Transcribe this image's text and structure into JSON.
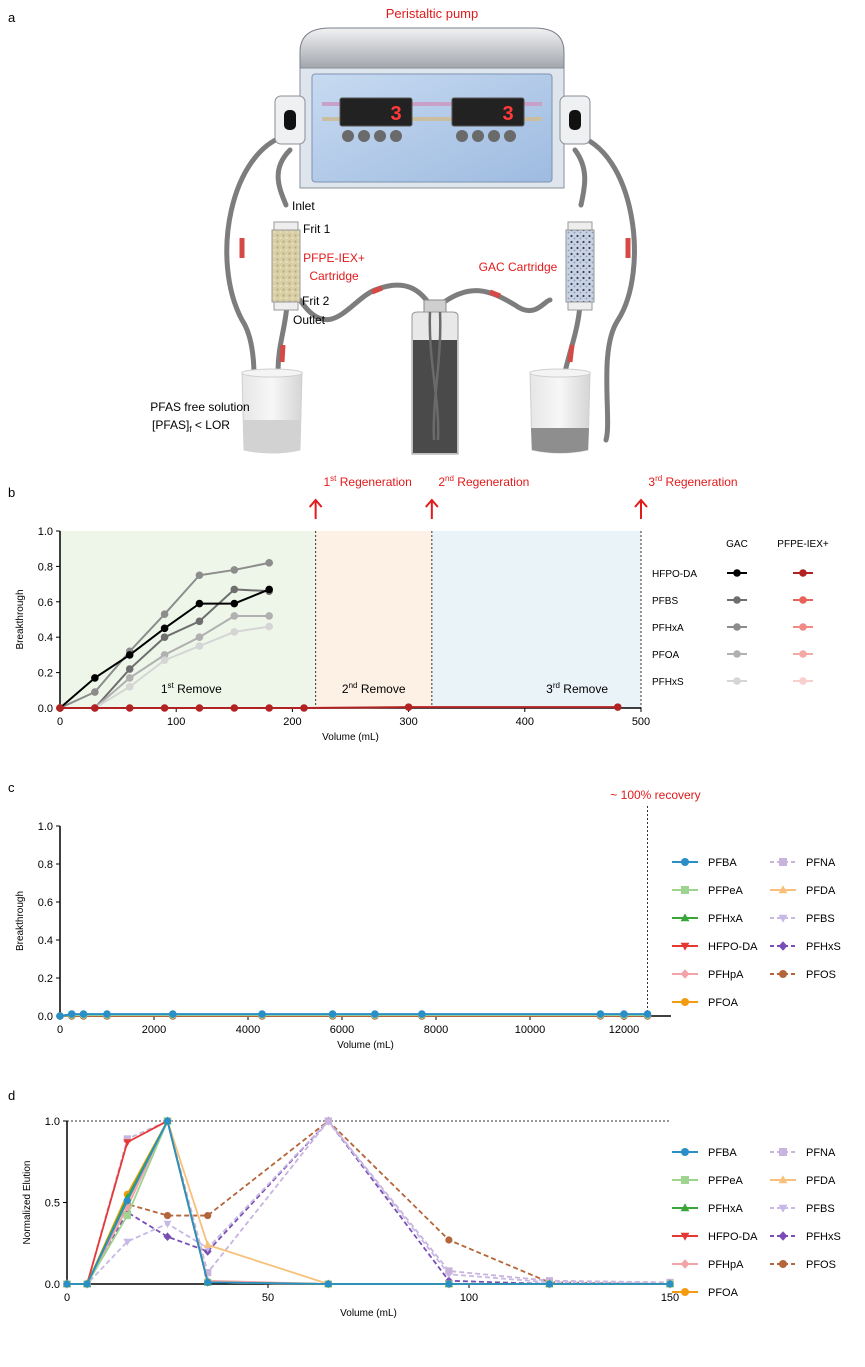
{
  "panels": {
    "a": {
      "letter": "a",
      "title": "Peristaltic pump",
      "display_digits": [
        "3",
        "3"
      ],
      "labels": {
        "inlet": "Inlet",
        "frit1": "Frit 1",
        "cart_line1": "PFPE-IEX+",
        "cart_line2": "Cartridge",
        "frit2": "Frit 2",
        "outlet": "Outlet",
        "gac": "GAC Cartridge",
        "free1": "PFAS free solution",
        "free2": "[PFAS]",
        "free2_sub": "f",
        "free2_tail": " < LOR"
      }
    },
    "b": {
      "letter": "b",
      "regen": [
        {
          "sup": "st",
          "pre": "1",
          "post": " Regeneration",
          "x": 220
        },
        {
          "sup": "nd",
          "pre": "2",
          "post": " Regeneration",
          "x": 320
        },
        {
          "sup": "rd",
          "pre": "3",
          "post": " Regeneration",
          "x": 500
        }
      ],
      "removes": [
        {
          "pre": "1",
          "sup": "st",
          "post": " Remove"
        },
        {
          "pre": "2",
          "sup": "nd",
          "post": " Remove"
        },
        {
          "pre": "3",
          "sup": "rd",
          "post": " Remove"
        }
      ],
      "legend_head": [
        "GAC",
        "PFPE-IEX+"
      ],
      "legend_rows": [
        {
          "name": "HFPO-DA",
          "gac": "#000000",
          "pfpe": "#b22222"
        },
        {
          "name": "PFBS",
          "gac": "#6e6e6e",
          "pfpe": "#e8625a"
        },
        {
          "name": "PFHxA",
          "gac": "#8c8c8c",
          "pfpe": "#ef8a86"
        },
        {
          "name": "PFOA",
          "gac": "#b0b0b0",
          "pfpe": "#f3a9a6"
        },
        {
          "name": "PFHxS",
          "gac": "#d5d5d5",
          "pfpe": "#f8cfcd"
        }
      ]
    },
    "c": {
      "letter": "c",
      "annotation": "~ 100% recovery",
      "legend": [
        {
          "name": "PFBA",
          "color": "#2a8fc6",
          "marker": "circle",
          "dash": false
        },
        {
          "name": "PFPeA",
          "color": "#9fd490",
          "marker": "square",
          "dash": false
        },
        {
          "name": "PFHxA",
          "color": "#3aa63a",
          "marker": "triangle",
          "dash": false
        },
        {
          "name": "HFPO-DA",
          "color": "#e53935",
          "marker": "tridown",
          "dash": false
        },
        {
          "name": "PFHpA",
          "color": "#f4a3a8",
          "marker": "diamond",
          "dash": false
        },
        {
          "name": "PFOA",
          "color": "#f39c12",
          "marker": "circle",
          "dash": false
        },
        {
          "name": "PFNA",
          "color": "#c9b4dd",
          "marker": "square",
          "dash": true
        },
        {
          "name": "PFDA",
          "color": "#f8c07a",
          "marker": "triangle",
          "dash": false
        },
        {
          "name": "PFBS",
          "color": "#c7b8e6",
          "marker": "tridown",
          "dash": true
        },
        {
          "name": "PFHxS",
          "color": "#7a4fb5",
          "marker": "diamond",
          "dash": true
        },
        {
          "name": "PFOS",
          "color": "#b5653a",
          "marker": "circle",
          "dash": true
        }
      ]
    },
    "d": {
      "letter": "d"
    }
  },
  "chart_data": [
    {
      "type": "line",
      "panel": "b",
      "xlabel": "Volume (mL)",
      "ylabel": "Breakthrough",
      "xlim": [
        0,
        500
      ],
      "ylim": [
        0,
        1.0
      ],
      "xticks": [
        0,
        100,
        200,
        300,
        400,
        500
      ],
      "yticks": [
        0.0,
        0.2,
        0.4,
        0.6,
        0.8,
        1.0
      ],
      "series": [
        {
          "name": "PFBS",
          "group": "GAC",
          "color": "#6e6e6e",
          "x": [
            0,
            30,
            60,
            90,
            120,
            150,
            180
          ],
          "y": [
            0,
            0,
            0.22,
            0.4,
            0.49,
            0.67,
            0.66
          ]
        },
        {
          "name": "PFHxA",
          "group": "GAC",
          "color": "#8c8c8c",
          "x": [
            0,
            30,
            60,
            90,
            120,
            150,
            180
          ],
          "y": [
            0,
            0.09,
            0.32,
            0.53,
            0.75,
            0.78,
            0.82
          ]
        },
        {
          "name": "PFOA",
          "group": "GAC",
          "color": "#b0b0b0",
          "x": [
            0,
            30,
            60,
            90,
            120,
            150,
            180
          ],
          "y": [
            0,
            0,
            0.17,
            0.3,
            0.4,
            0.52,
            0.52
          ]
        },
        {
          "name": "PFHxS",
          "group": "GAC",
          "color": "#d5d5d5",
          "x": [
            0,
            30,
            60,
            90,
            120,
            150,
            180
          ],
          "y": [
            0,
            0,
            0.12,
            0.27,
            0.35,
            0.43,
            0.46
          ]
        },
        {
          "name": "HFPO-DA",
          "group": "GAC",
          "color": "#000000",
          "x": [
            0,
            30,
            60,
            90,
            120,
            150,
            180
          ],
          "y": [
            0,
            0.17,
            0.3,
            0.45,
            0.59,
            0.59,
            0.67
          ]
        },
        {
          "name": "HFPO-DA",
          "group": "PFPE-IEX+",
          "color": "#b22222",
          "x": [
            0,
            30,
            60,
            90,
            120,
            150,
            180,
            210,
            300,
            480
          ],
          "y": [
            0,
            0,
            0,
            0,
            0,
            0,
            0,
            0,
            0.005,
            0.005
          ]
        }
      ],
      "regeneration_x": [
        220,
        320,
        500
      ],
      "shaded_regions": [
        [
          0,
          220,
          "#eef6e9"
        ],
        [
          220,
          320,
          "#fdf0e4"
        ],
        [
          320,
          500,
          "#eaf3f8"
        ]
      ]
    },
    {
      "type": "line",
      "panel": "c",
      "xlabel": "Volume (mL)",
      "ylabel": "Breakthrough",
      "xlim": [
        0,
        13000
      ],
      "ylim": [
        0,
        1.0
      ],
      "xticks": [
        0,
        2000,
        4000,
        6000,
        8000,
        10000,
        12000
      ],
      "yticks": [
        0.0,
        0.2,
        0.4,
        0.6,
        0.8,
        1.0
      ],
      "vline_x": 12500,
      "series": [
        {
          "name": "PFOS",
          "color": "#b5653a",
          "x": [
            0,
            250,
            500,
            1000,
            2400,
            4300,
            5800,
            6700,
            7700,
            11500,
            12000,
            12500
          ],
          "y": [
            0,
            0,
            0,
            0,
            0,
            0,
            0,
            0,
            0,
            0,
            0,
            0
          ]
        },
        {
          "name": "PFPeA",
          "color": "#9fd490",
          "x": [
            0,
            250,
            500,
            1000,
            2400,
            4300,
            5800,
            6700,
            7700,
            11500,
            12000,
            12500
          ],
          "y": [
            0,
            0.005,
            0.005,
            0.005,
            0.005,
            0.005,
            0.005,
            0.005,
            0.005,
            0.005,
            0.005,
            0.005
          ]
        },
        {
          "name": "PFBA",
          "color": "#2a8fc6",
          "x": [
            0,
            250,
            500,
            1000,
            2400,
            4300,
            5800,
            6700,
            7700,
            11500,
            12000,
            12500
          ],
          "y": [
            0,
            0.01,
            0.01,
            0.01,
            0.01,
            0.01,
            0.01,
            0.01,
            0.01,
            0.01,
            0.01,
            0.01
          ]
        }
      ]
    },
    {
      "type": "line",
      "panel": "d",
      "xlabel": "Volume (mL)",
      "ylabel": "Normalized Elution",
      "xlim": [
        0,
        150
      ],
      "ylim": [
        0,
        1.0
      ],
      "xticks": [
        0,
        50,
        100,
        150
      ],
      "yticks": [
        0.0,
        0.5,
        1.0
      ],
      "series": [
        {
          "name": "PFOS",
          "color": "#b5653a",
          "marker": "circle",
          "dash": true,
          "x": [
            0,
            5,
            15,
            25,
            35,
            65,
            95,
            120,
            150
          ],
          "y": [
            0,
            0,
            0.49,
            0.42,
            0.42,
            1.0,
            0.27,
            0.01,
            0
          ]
        },
        {
          "name": "PFHxS",
          "color": "#7a4fb5",
          "marker": "diamond",
          "dash": true,
          "x": [
            0,
            5,
            15,
            25,
            35,
            65,
            95,
            120,
            150
          ],
          "y": [
            0,
            0,
            0.44,
            0.29,
            0.2,
            1.0,
            0.02,
            0,
            0
          ]
        },
        {
          "name": "PFBS",
          "color": "#c7b8e6",
          "marker": "tridown",
          "dash": true,
          "x": [
            0,
            5,
            15,
            25,
            35,
            65,
            95,
            120,
            150
          ],
          "y": [
            0,
            0,
            0.26,
            0.37,
            0.22,
            1.0,
            0.06,
            0.01,
            0
          ]
        },
        {
          "name": "PFNA",
          "color": "#c9b4dd",
          "marker": "square",
          "dash": true,
          "x": [
            0,
            5,
            15,
            25,
            35,
            65,
            95,
            120,
            150
          ],
          "y": [
            0,
            0,
            0.89,
            1.0,
            0.07,
            1.0,
            0.08,
            0.02,
            0.01
          ]
        },
        {
          "name": "PFDA",
          "color": "#f8c07a",
          "marker": "triangle",
          "dash": false,
          "x": [
            0,
            5,
            15,
            25,
            35,
            65,
            95,
            120,
            150
          ],
          "y": [
            0,
            0,
            0.5,
            1.0,
            0.24,
            0,
            0,
            0,
            0
          ]
        },
        {
          "name": "HFPO-DA",
          "color": "#e53935",
          "marker": "tridown",
          "dash": false,
          "x": [
            0,
            5,
            15,
            25,
            35,
            65,
            95,
            120,
            150
          ],
          "y": [
            0,
            0,
            0.87,
            1.0,
            0.01,
            0,
            0,
            0,
            0
          ]
        },
        {
          "name": "PFHpA",
          "color": "#f4a3a8",
          "marker": "diamond",
          "dash": false,
          "x": [
            0,
            5,
            15,
            25,
            35,
            65,
            95,
            120,
            150
          ],
          "y": [
            0,
            0,
            0.47,
            1.0,
            0.02,
            0,
            0,
            0,
            0
          ]
        },
        {
          "name": "PFPeA",
          "color": "#9fd490",
          "marker": "square",
          "dash": false,
          "x": [
            0,
            5,
            15,
            25,
            35,
            65,
            95,
            120,
            150
          ],
          "y": [
            0,
            0,
            0.42,
            1.0,
            0.01,
            0,
            0,
            0,
            0
          ]
        },
        {
          "name": "PFOA",
          "color": "#f39c12",
          "marker": "circle",
          "dash": false,
          "x": [
            0,
            5,
            15,
            25,
            35,
            65,
            95,
            120,
            150
          ],
          "y": [
            0,
            0,
            0.55,
            1.0,
            0.01,
            0,
            0,
            0,
            0
          ]
        },
        {
          "name": "PFHxA",
          "color": "#3aa63a",
          "marker": "triangle",
          "dash": false,
          "x": [
            0,
            5,
            15,
            25,
            35,
            65,
            95,
            120,
            150
          ],
          "y": [
            0,
            0,
            0.53,
            1.0,
            0.01,
            0,
            0,
            0,
            0
          ]
        },
        {
          "name": "PFBA",
          "color": "#2a8fc6",
          "marker": "circle",
          "dash": false,
          "x": [
            0,
            5,
            15,
            25,
            35,
            65,
            95,
            120,
            150
          ],
          "y": [
            0,
            0,
            0.51,
            1.0,
            0.01,
            0,
            0,
            0,
            0
          ]
        }
      ]
    }
  ]
}
